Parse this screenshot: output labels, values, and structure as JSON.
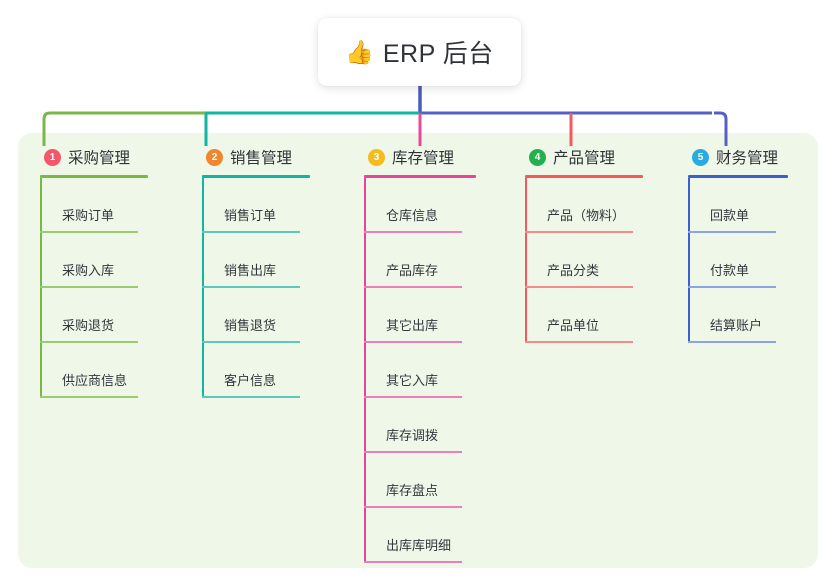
{
  "root": {
    "icon": "thumbs-up-icon",
    "emoji": "👍",
    "title": "ERP 后台"
  },
  "panel": {
    "background_color": "#eff7e9"
  },
  "trunk": {
    "color": "#4a5bbf"
  },
  "connector_bar": {
    "segments": [
      {
        "name": "green-segment",
        "color": "#7ab648"
      },
      {
        "name": "teal-segment",
        "color": "#12b5a0"
      },
      {
        "name": "purple-segment",
        "color": "#5560c4"
      }
    ]
  },
  "columns": [
    {
      "number": "1",
      "title": "采购管理",
      "badge_color": "#f4566a",
      "line_color": "#7ab648",
      "leaf_color": "#9acb6e",
      "drop_color": "#7ab648",
      "items": [
        "采购订单",
        "采购入库",
        "采购退货",
        "供应商信息"
      ]
    },
    {
      "number": "2",
      "title": "销售管理",
      "badge_color": "#f0862e",
      "line_color": "#12b5a0",
      "leaf_color": "#5fc8bd",
      "drop_color": "#12b5a0",
      "items": [
        "销售订单",
        "销售出库",
        "销售退货",
        "客户信息"
      ]
    },
    {
      "number": "3",
      "title": "库存管理",
      "badge_color": "#f6bb1c",
      "line_color": "#e8459a",
      "leaf_color": "#ec7fb8",
      "drop_color": "#ec4899",
      "items": [
        "仓库信息",
        "产品库存",
        "其它出库",
        "其它入库",
        "库存调拨",
        "库存盘点",
        "出库库明细"
      ]
    },
    {
      "number": "4",
      "title": "产品管理",
      "badge_color": "#22b14c",
      "line_color": "#f45a5a",
      "leaf_color": "#f78b8b",
      "drop_color": "#f45a5a",
      "items": [
        "产品（物料）",
        "产品分类",
        "产品单位"
      ]
    },
    {
      "number": "5",
      "title": "财务管理",
      "badge_color": "#29abe2",
      "line_color": "#3b5fd0",
      "leaf_color": "#8fa3e0",
      "drop_color": "#3b5fd0",
      "items": [
        "回款单",
        "付款单",
        "结算账户"
      ]
    }
  ]
}
